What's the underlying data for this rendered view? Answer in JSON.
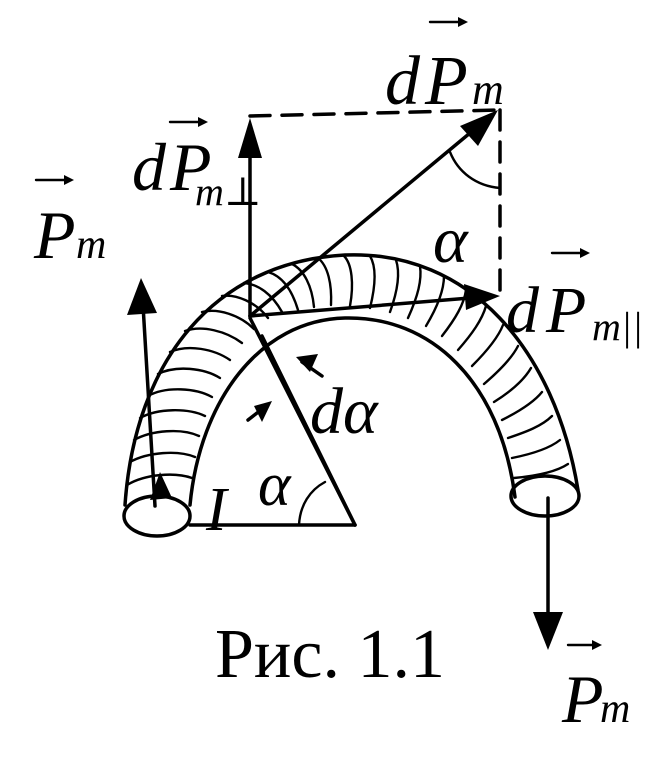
{
  "caption": "Рис. 1.1",
  "labels": {
    "dpm_prefix": "d",
    "dpm_main": "P",
    "dpm_sub": "m",
    "dpm_perp_prefix": "d",
    "dpm_perp_main": "P",
    "dpm_perp_sub": "m⊥",
    "dpm_par_prefix": "d",
    "dpm_par_main": "P",
    "dpm_par_sub": "m||",
    "pm_left_main": "P",
    "pm_left_sub": "m",
    "pm_right_main": "P",
    "pm_right_sub": "m",
    "alpha_top": "α",
    "dalpha": "dα",
    "alpha_center": "α",
    "current": "I"
  }
}
